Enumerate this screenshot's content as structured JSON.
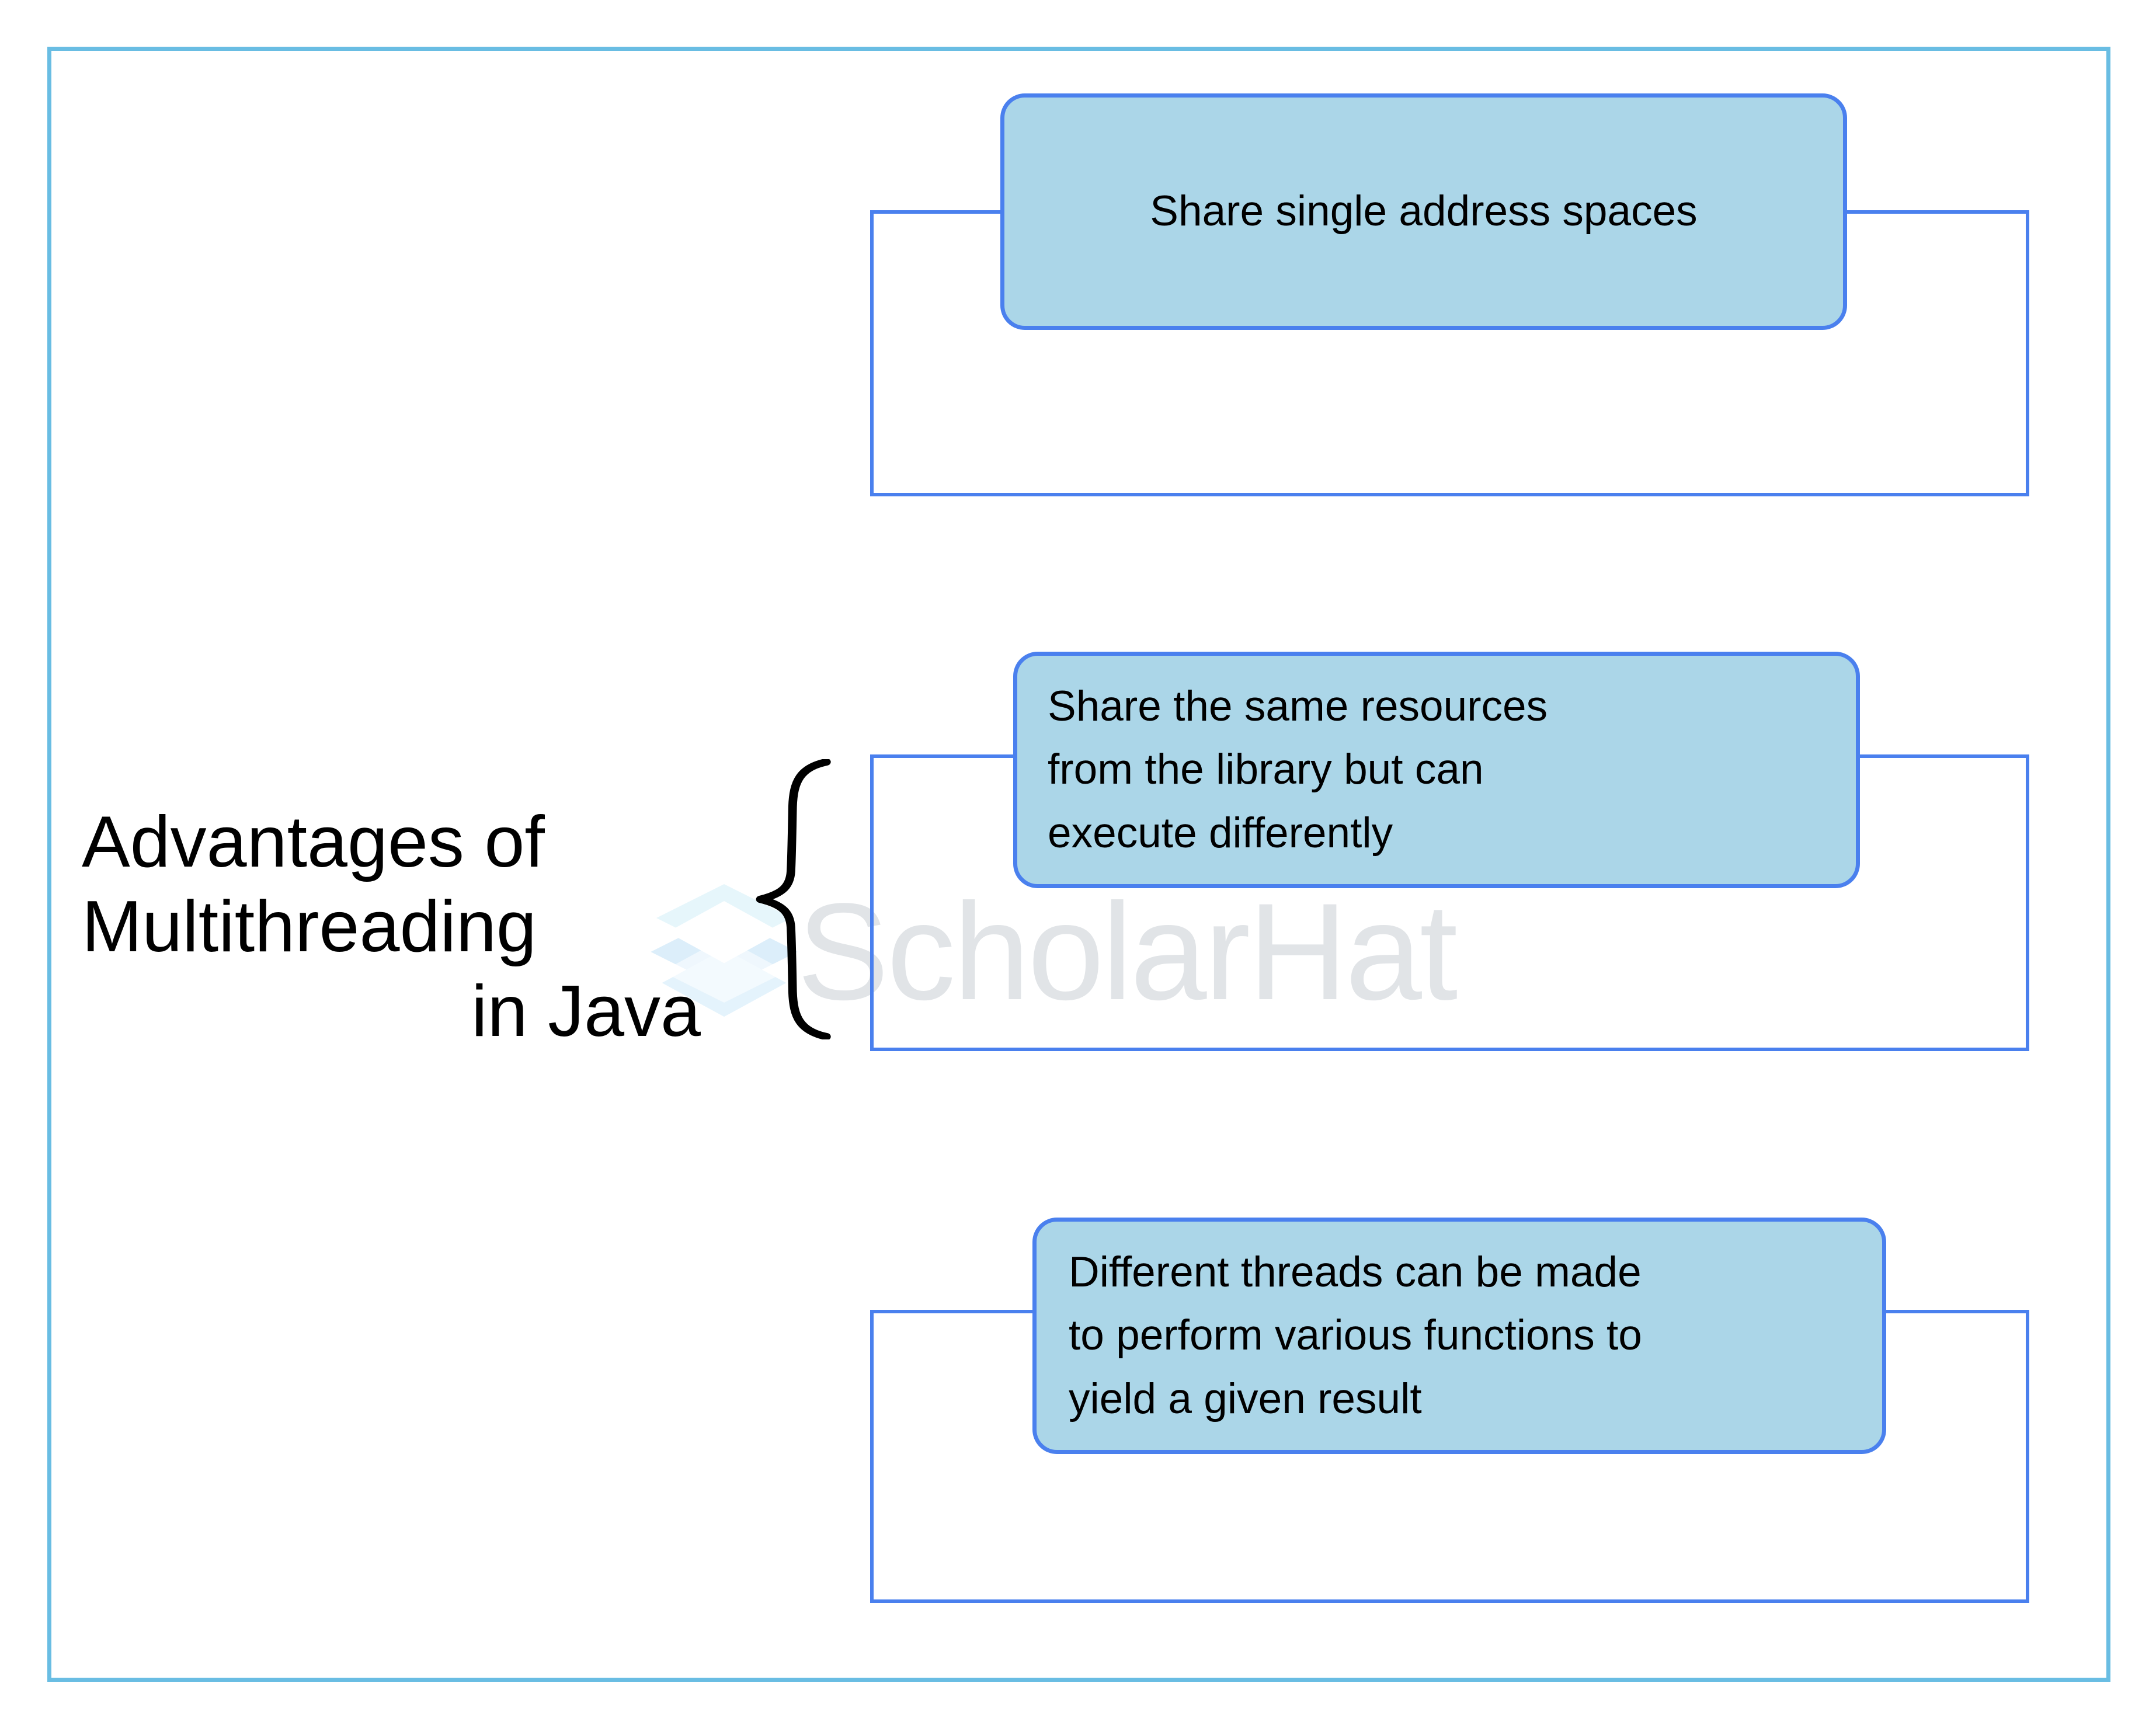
{
  "diagram": {
    "title_lines": [
      "Advantages of",
      "Multithreading",
      "in Java"
    ],
    "brace_icon": "curly-brace-icon",
    "colors": {
      "page_border": "#69BDE3",
      "card_fill": "#ABD6E8",
      "card_border": "#4A80EE",
      "rail_border": "#4A80EE",
      "text": "#000000",
      "watermark_text": "#E1E4E7",
      "watermark_logo": "#DCEFF8"
    },
    "advantages": [
      {
        "id": "share-address-spaces",
        "text": "Share single address spaces",
        "align": "center"
      },
      {
        "id": "share-resources",
        "text": "Share the same resources\nfrom the library but can\nexecute differently",
        "align": "left"
      },
      {
        "id": "various-functions",
        "text": "Different threads can be made\nto perform various functions  to\nyield a given result",
        "align": "left"
      }
    ]
  },
  "watermark": {
    "brand": "ScholarHat",
    "logo_icon": "scholarhat-layers-logo"
  }
}
